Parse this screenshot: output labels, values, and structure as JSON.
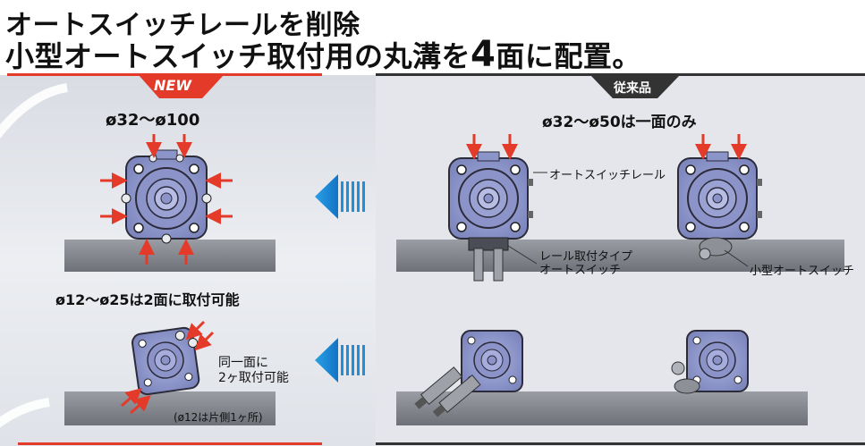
{
  "headline": {
    "line1": "オートスイッチレールを削除",
    "line2_a": "小型オートスイッチ取付用の丸溝を",
    "line2_num": "4",
    "line2_b": "面に配置。"
  },
  "badges": {
    "new": "NEW",
    "conventional": "従来品"
  },
  "new_section": {
    "size_label": "ø32〜ø100",
    "small_size_label": "ø12〜ø25は2面に取付可能",
    "note_same_face": [
      "同一面に",
      "2ヶ取付可能"
    ],
    "note_small": "(ø12は片側1ヶ所)"
  },
  "conventional_section": {
    "size_label": "ø32〜ø50は一面のみ",
    "callout_rail": "オートスイッチレール",
    "callout_rail_switch": [
      "レール取付タイプ",
      "オートスイッチ"
    ],
    "callout_small_switch": "小型オートスイッチ"
  },
  "colors": {
    "accent_red": "#e43a2a",
    "arrow_blue": "#1f8fd8",
    "cylinder_body": "#8c95c9",
    "dark": "#2b2b2b"
  }
}
